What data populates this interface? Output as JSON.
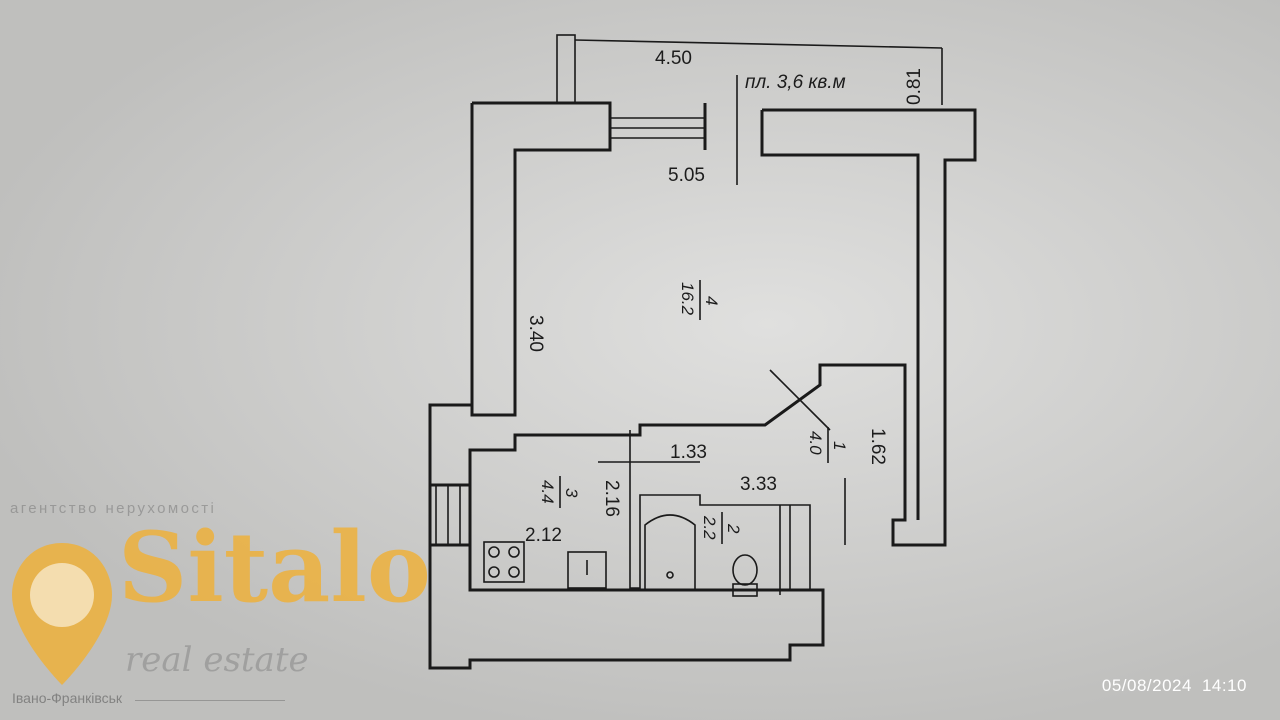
{
  "plan": {
    "dim_top_outer": "4.50",
    "balcony_area": "пл. 3,6 кв.м",
    "dim_balcony_depth": "0.81",
    "dim_room_width": "5.05",
    "dim_room_height": "3.40",
    "room_main_number": "4",
    "room_main_area": "16.2",
    "room_hall_number": "1",
    "room_hall_area": "4.0",
    "dim_hall_side": "1.62",
    "dim_hall_1": "1.33",
    "dim_hall_2": "3.33",
    "room_kitchen_number": "3",
    "room_kitchen_area": "4.4",
    "dim_kitchen_height": "2.16",
    "dim_kitchen_width": "2.12",
    "room_bath_number": "2",
    "room_bath_area": "2.2"
  },
  "watermark": {
    "tagline": "агентство нерухомості",
    "brand": "Sitalo",
    "subtitle": "real estate",
    "city": "Івано-Франківськ",
    "brand_color": "#efb036"
  },
  "timestamp": {
    "date": "05/08/2024",
    "time": "14:10"
  }
}
